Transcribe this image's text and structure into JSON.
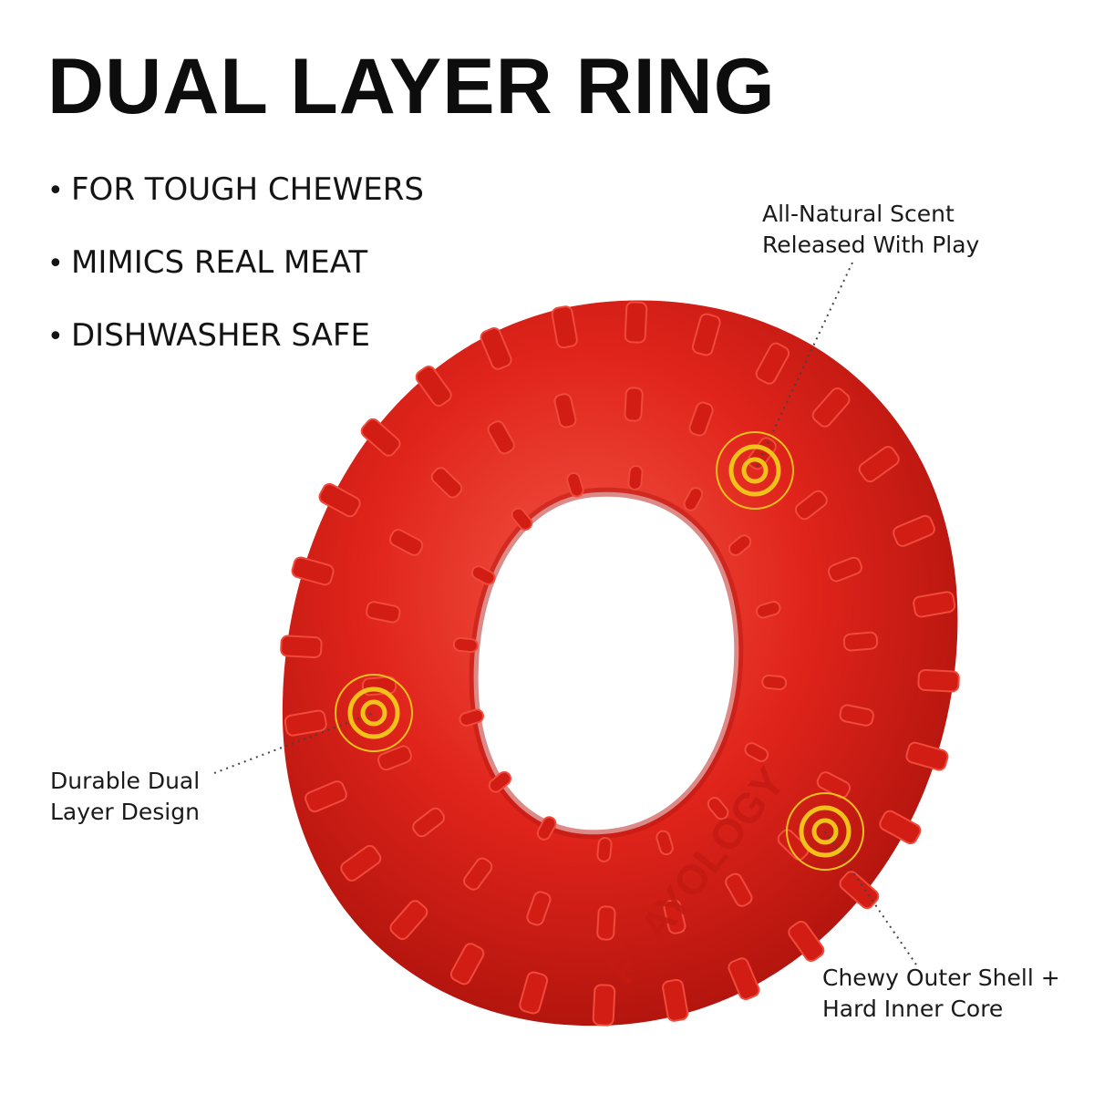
{
  "title": "DUAL LAYER RING",
  "bullets": [
    "FOR TOUGH CHEWERS",
    "MIMICS REAL MEAT",
    "DISHWASHER SAFE"
  ],
  "callouts": {
    "scent": [
      "All-Natural Scent",
      "Released With Play"
    ],
    "durable": [
      "Durable Dual",
      "Layer Design"
    ],
    "chewy": [
      "Chewy Outer Shell +",
      "Hard Inner Core"
    ]
  },
  "brand_mark": "PLAYOLOGY",
  "colors": {
    "ring": "#e0241b",
    "ring_shadow": "#b8160f",
    "ring_highlight": "#f04a3a",
    "target_ring": "#f2c21a",
    "text": "#111111"
  },
  "icons": [
    "target-icon",
    "target-icon",
    "target-icon"
  ]
}
